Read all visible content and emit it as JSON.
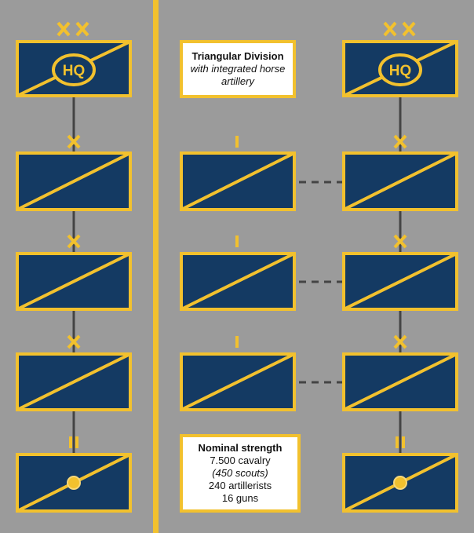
{
  "colors": {
    "background": "#9b9b9b",
    "unit_fill": "#143a63",
    "accent": "#f2c12e",
    "connector": "#444444"
  },
  "hq_label": "HQ",
  "title_box": {
    "title": "Triangular Division",
    "subtitle": "with integrated horse artillery"
  },
  "strength_box": {
    "title": "Nominal strength",
    "lines": [
      "7.500 cavalry",
      "(450 scouts)",
      "240 artillerists",
      "16 guns"
    ]
  },
  "echelons": {
    "division": "XX",
    "brigade": "X",
    "battalion": "II",
    "company": "I"
  }
}
